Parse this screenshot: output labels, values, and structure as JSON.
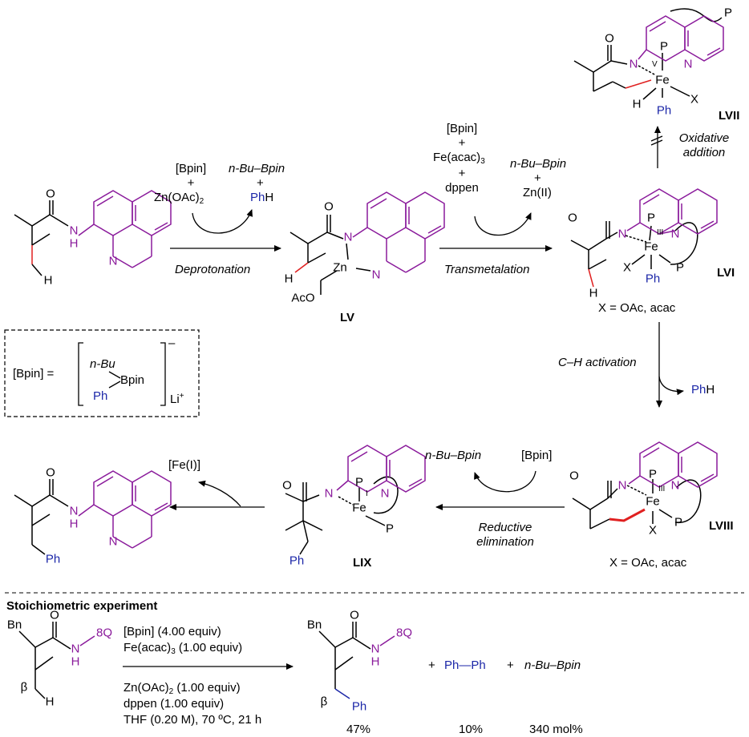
{
  "colors": {
    "black": "#000000",
    "purple": "#8a1a9b",
    "red": "#e02020",
    "blue": "#1c27a8"
  },
  "atoms": {
    "O": "O",
    "N": "N",
    "H": "H",
    "Zn": "Zn",
    "Fe": "Fe",
    "P": "P",
    "X": "X",
    "Ph": "Ph",
    "AcO": "AcO",
    "Li": "Li",
    "Bn": "Bn",
    "beta": "β"
  },
  "labels": {
    "LV": "LV",
    "LVI": "LVI",
    "LVII": "LVII",
    "LVIII": "LVIII",
    "LIX": "LIX"
  },
  "oxidation": {
    "LV1": "V",
    "LVI": "III",
    "LVIII": "III",
    "LIX": "I"
  },
  "step1": {
    "top1": "[Bpin]",
    "plus": "+",
    "top3": "Zn(OAc)",
    "sub": "2",
    "byp1": "n-Bu–Bpin",
    "byp2": "+",
    "byp3": "Ph",
    "byp3b": "H",
    "name": "Deprotonation"
  },
  "step2": {
    "t1": "[Bpin]",
    "t2": "+",
    "t3": "Fe(acac)",
    "t3sub": "3",
    "t4": "+",
    "t5": "dppen",
    "b1": "n-Bu–Bpin",
    "b2": "+",
    "b3": "Zn(II)",
    "name": "Transmetalation"
  },
  "step3": {
    "name1": "Oxidative",
    "name2": "addition"
  },
  "step4": {
    "name": "C–H activation",
    "byp": "Ph",
    "bypb": "H"
  },
  "step5": {
    "reagent": "[Bpin]",
    "byp": "n-Bu–Bpin",
    "name1": "Reductive",
    "name2": "elimination"
  },
  "step6": {
    "byp": "[Fe(I)]"
  },
  "xnote": "X = OAc, acac",
  "legend": {
    "lhs": "[Bpin] =",
    "nbu": "n-Bu",
    "bpin": "Bpin",
    "ph": "Ph",
    "charge": "–",
    "li": "Li",
    "liplus": "+"
  },
  "stoich": {
    "title": "Stoichiometric experiment",
    "sm_label": "8Q",
    "above1": "[Bpin] (4.00 equiv)",
    "above2": "Fe(acac)",
    "above2sub": "3",
    "above2b": " (1.00 equiv)",
    "below1": "Zn(OAc)",
    "below1sub": "2",
    "below1b": " (1.00 equiv)",
    "below2": "dppen (1.00 equiv)",
    "below3": "THF (0.20 M), 70 ºC, 21 h",
    "plus1": "+",
    "biph": "Ph—Ph",
    "plus2": "+",
    "nbubpin": "n-Bu–Bpin",
    "yield1": "47%",
    "yield2": "10%",
    "yield3": "340 mol%"
  }
}
